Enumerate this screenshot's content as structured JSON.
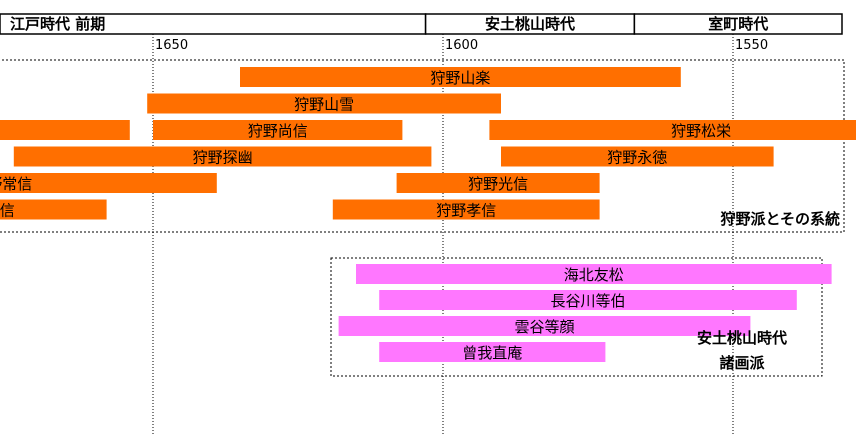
{
  "chart_data": {
    "type": "bar",
    "eras": [
      {
        "label": "江戸時代 前期",
        "start": 1650,
        "end": 1603
      },
      {
        "label": "安土桃山時代",
        "start": 1603,
        "end": 1567
      },
      {
        "label": "室町時代",
        "start": 1567,
        "end": 1550
      }
    ],
    "ticks": [
      {
        "year": 1650,
        "label": "1650"
      },
      {
        "year": 1600,
        "label": "1600"
      },
      {
        "year": 1550,
        "label": "1550"
      }
    ],
    "groups": [
      {
        "label_lines": [
          "狩野派とその系統"
        ],
        "color": "#ff6f00",
        "bars": [
          {
            "name": "狩野山楽",
            "start": 1559,
            "end": 1635
          },
          {
            "name": "狩野山雪",
            "start": 1590,
            "end": 1651
          },
          {
            "name": "狩野尚信",
            "start": 1607,
            "end": 1650
          },
          {
            "name": "",
            "start": 1654,
            "end": 1700
          },
          {
            "name": "狩野松栄",
            "start": 1519,
            "end": 1592
          },
          {
            "name": "狩野探幽",
            "start": 1602,
            "end": 1674
          },
          {
            "name": "狩野永徳",
            "start": 1543,
            "end": 1590
          },
          {
            "name": "狩野常信",
            "start": 1639,
            "end": 1713
          },
          {
            "name": "狩野光信",
            "start": 1573,
            "end": 1608
          },
          {
            "name": "狩野孝信",
            "start": 1573,
            "end": 1619
          },
          {
            "name": "狩野安信",
            "start": 1658,
            "end": 1700
          }
        ]
      },
      {
        "label_lines": [
          "安土桃山時代",
          "諸画派"
        ],
        "color": "#ff77ff",
        "bars": [
          {
            "name": "海北友松",
            "start": 1533,
            "end": 1615
          },
          {
            "name": "長谷川等伯",
            "start": 1539,
            "end": 1611
          },
          {
            "name": "雲谷等顔",
            "start": 1547,
            "end": 1618
          },
          {
            "name": "曾我直庵",
            "start": 1572,
            "end": 1611
          }
        ]
      }
    ]
  }
}
